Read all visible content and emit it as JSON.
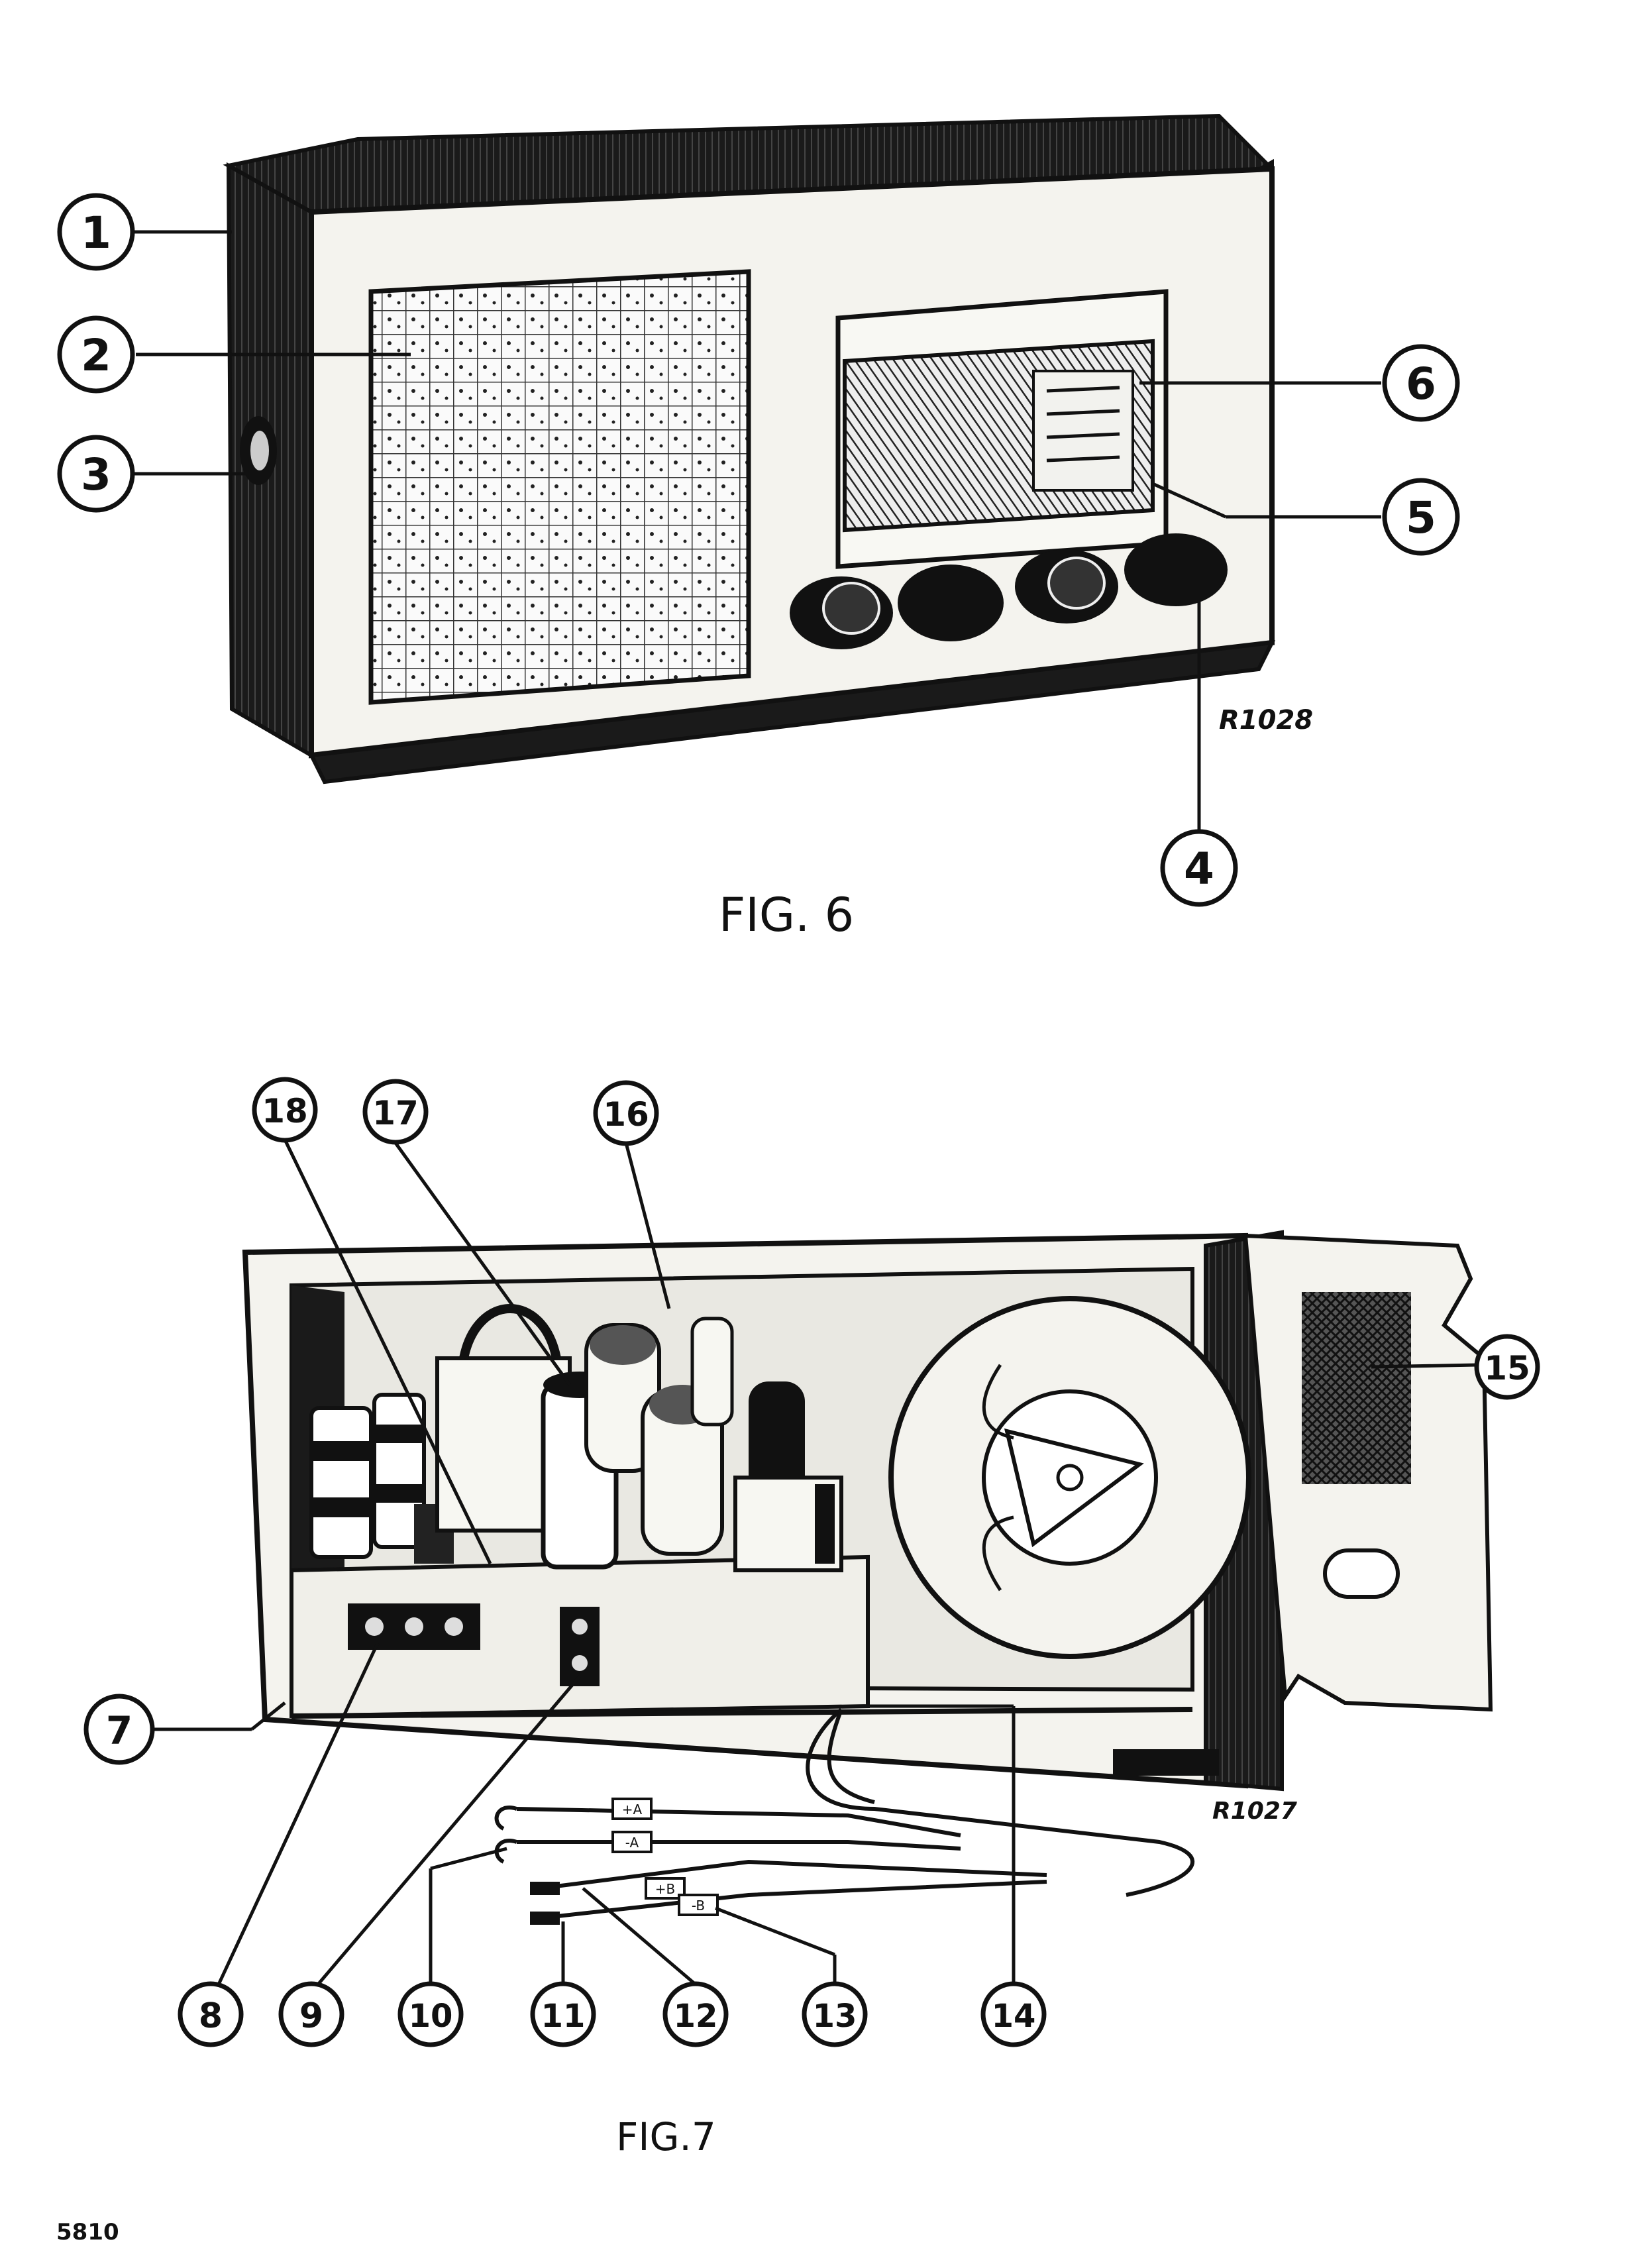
{
  "figures": {
    "fig6": {
      "caption": "FIG. 6",
      "reference": "R1028",
      "callouts": [
        "1",
        "2",
        "3",
        "4",
        "5",
        "6"
      ]
    },
    "fig7": {
      "caption": "FIG.7",
      "reference": "R1027",
      "callouts": [
        "7",
        "8",
        "9",
        "10",
        "11",
        "12",
        "13",
        "14",
        "15",
        "16",
        "17",
        "18"
      ],
      "cable_tags": [
        "+A",
        "-A",
        "+B",
        "-B"
      ]
    }
  },
  "page_number": "5810",
  "colors": {
    "ink": "#111111",
    "paper": "#ffffff",
    "panel": "#f4f3ee"
  }
}
